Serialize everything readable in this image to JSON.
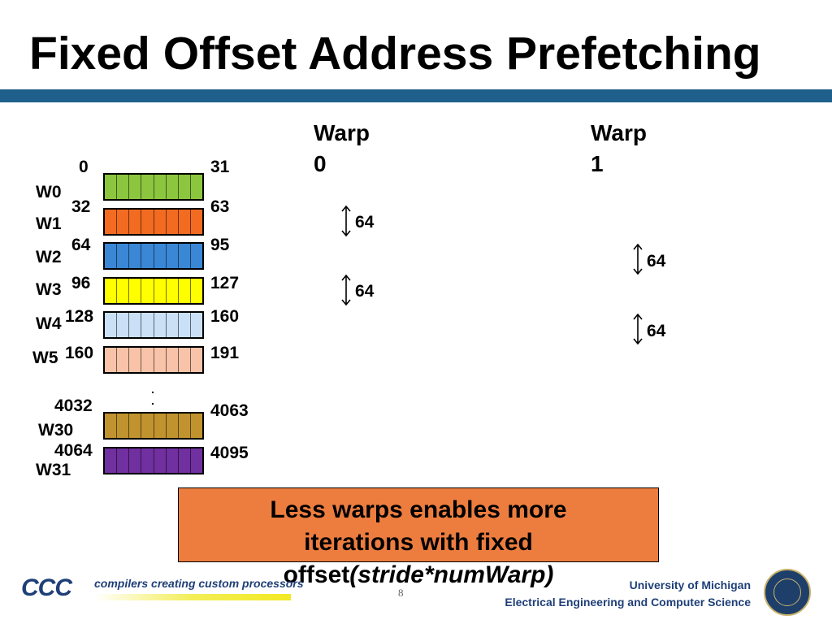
{
  "title": "Fixed Offset Address Prefetching",
  "warps": [
    {
      "label": "W0",
      "start": "0",
      "end": "31",
      "color": "#8cc63f"
    },
    {
      "label": "W1",
      "start": "32",
      "end": "63",
      "color": "#f26b21"
    },
    {
      "label": "W2",
      "start": "64",
      "end": "95",
      "color": "#3a87d6"
    },
    {
      "label": "W3",
      "start": "96",
      "end": "127",
      "color": "#ffff00"
    },
    {
      "label": "W4",
      "start": "128",
      "end": "160",
      "color": "#c9e0f7"
    },
    {
      "label": "W5",
      "start": "160",
      "end": "191",
      "color": "#f8c3a8"
    },
    {
      "label": "W30",
      "start": "4032",
      "end": "4063",
      "color": "#c1932f"
    },
    {
      "label": "W31",
      "start": "4064",
      "end": "4095",
      "color": "#7030a0"
    }
  ],
  "ellipsis": ". .",
  "warp0": {
    "title_line1": "Warp",
    "title_line2": "0",
    "offsets": [
      "64",
      "64"
    ]
  },
  "warp1": {
    "title_line1": "Warp",
    "title_line2": "1",
    "offsets": [
      "64",
      "64"
    ]
  },
  "callout": {
    "line1": "Less warps enables more",
    "line2": "iterations with fixed",
    "line3_normal": "offset",
    "line3_italic": "(stride*numWarp)",
    "color": "#ed7d3f"
  },
  "footer": {
    "logo": "CCC",
    "tagline": "compilers creating custom processors",
    "page": "8",
    "university": "University of Michigan",
    "department": "Electrical Engineering and Computer Science"
  }
}
